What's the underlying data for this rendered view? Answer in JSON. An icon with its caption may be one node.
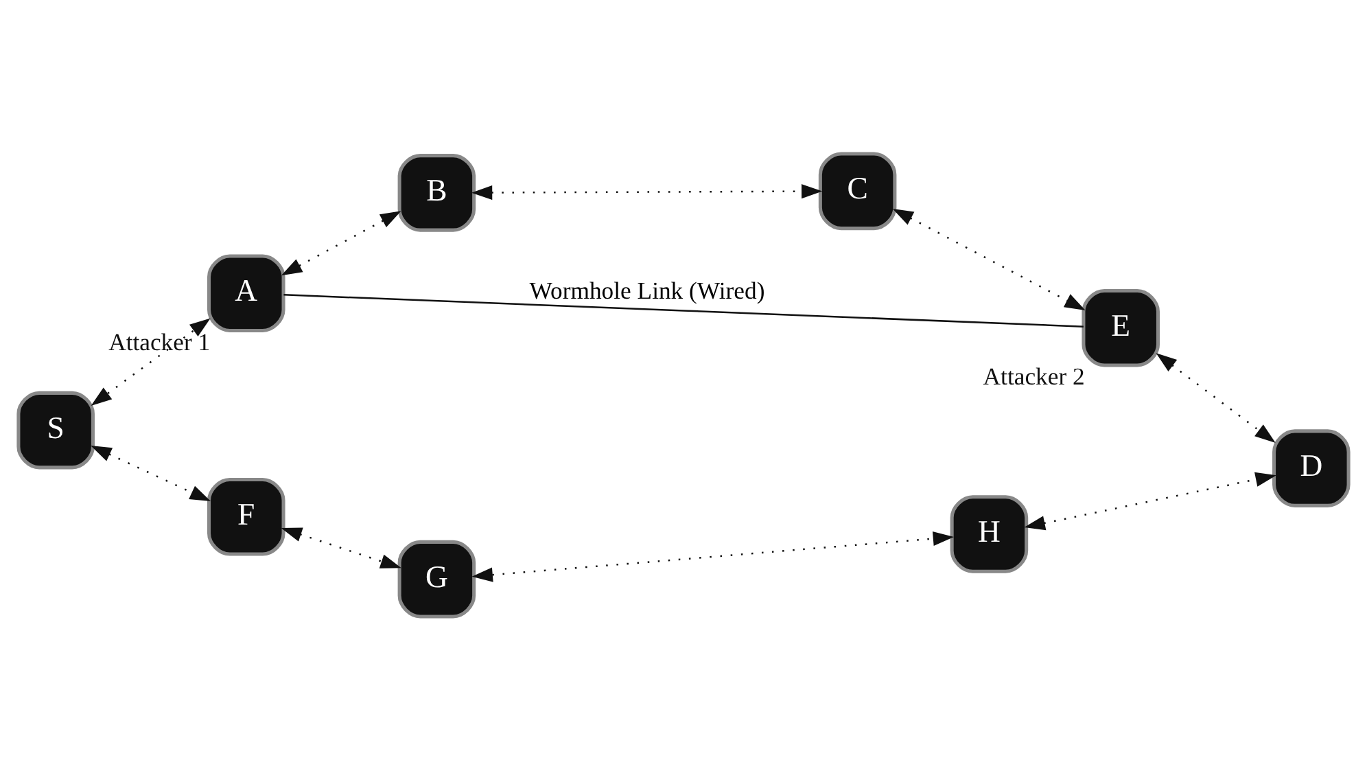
{
  "diagram": {
    "nodes": [
      {
        "text": [
          "A"
        ],
        "beside": [
          "Attacker 1"
        ]
      },
      {
        "text": [
          "B"
        ]
      },
      {
        "text": [
          "C"
        ]
      },
      {
        "text": [
          "E"
        ],
        "beside": [
          "Attacker 2"
        ]
      },
      {
        "text": [
          "S"
        ]
      },
      {
        "text": [
          "D"
        ]
      },
      {
        "text": [
          "F"
        ]
      },
      {
        "text": [
          "G"
        ]
      },
      {
        "text": [
          "H"
        ]
      }
    ],
    "edges": [
      {
        "from": 0,
        "to": 3,
        "arrow": "none",
        "label": "Wormhole Link (Wired)"
      },
      {
        "from": 0,
        "to": 1,
        "arrow": "both",
        "style": "dashed"
      },
      {
        "from": 1,
        "to": 2,
        "arrow": "both",
        "style": "dashed"
      },
      {
        "from": 2,
        "to": 3,
        "arrow": "both",
        "style": "dashed"
      },
      {
        "from": 4,
        "to": 0,
        "arrow": "both",
        "style": "dashed"
      },
      {
        "from": 3,
        "to": 5,
        "arrow": "both",
        "style": "dashed"
      },
      {
        "from": 4,
        "to": 6,
        "arrow": "both",
        "style": "dashed"
      },
      {
        "from": 6,
        "to": 7,
        "arrow": "both",
        "style": "dashed"
      },
      {
        "from": 7,
        "to": 8,
        "arrow": "both",
        "style": "dashed"
      },
      {
        "from": 8,
        "to": 5,
        "arrow": "both",
        "style": "dashed"
      }
    ]
  }
}
